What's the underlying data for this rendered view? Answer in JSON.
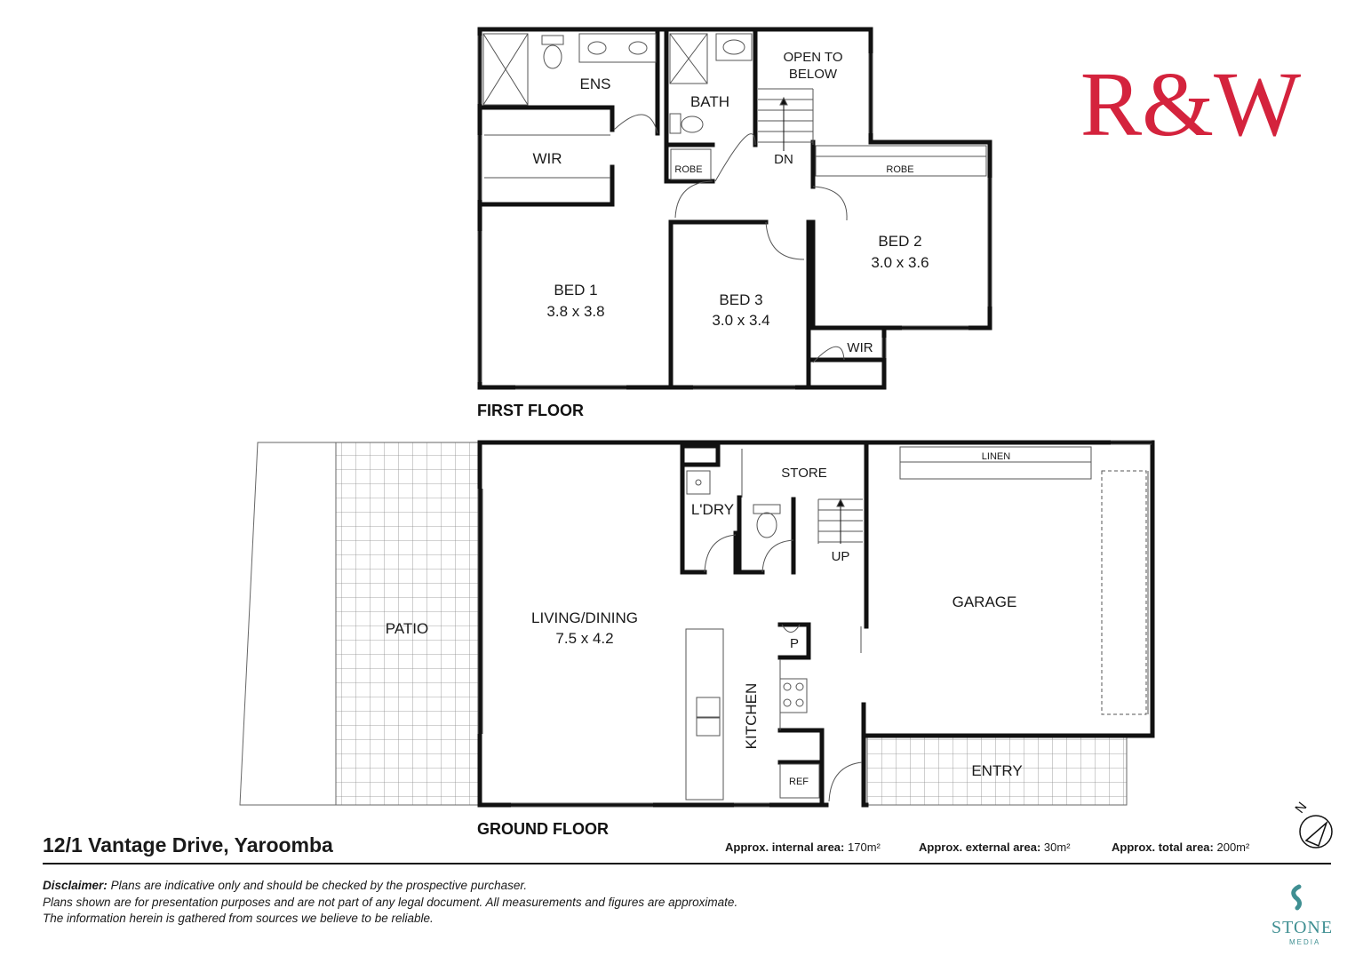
{
  "logo": {
    "text": "R&W",
    "color": "#d4233d"
  },
  "first_floor": {
    "label": "FIRST FLOOR",
    "rooms": {
      "ens": "ENS",
      "bath": "BATH",
      "open_to_below_1": "OPEN TO",
      "open_to_below_2": "BELOW",
      "wir_1": "WIR",
      "robe_1": "ROBE",
      "robe_2": "ROBE",
      "dn": "DN",
      "bed1_name": "BED 1",
      "bed1_size": "3.8 x 3.8",
      "bed2_name": "BED 2",
      "bed2_size": "3.0 x 3.6",
      "bed3_name": "BED 3",
      "bed3_size": "3.0 x 3.4",
      "wir_2": "WIR"
    }
  },
  "ground_floor": {
    "label": "GROUND FLOOR",
    "rooms": {
      "patio": "PATIO",
      "living_name": "LIVING/DINING",
      "living_size": "7.5 x 4.2",
      "store": "STORE",
      "laundry": "L'DRY",
      "up": "UP",
      "linen": "LINEN",
      "garage": "GARAGE",
      "pantry": "P",
      "kitchen": "KITCHEN",
      "ref": "REF",
      "entry": "ENTRY"
    }
  },
  "footer": {
    "address": "12/1 Vantage Drive, Yaroomba",
    "internal_label": "Approx. internal area:",
    "internal_value": "170m²",
    "external_label": "Approx.  external area:",
    "external_value": "30m²",
    "total_label": "Approx. total area:",
    "total_value": "200m²",
    "disclaimer_label": "Disclaimer:",
    "disclaimer_line1": "Plans are indicative only and should be checked by the prospective purchaser.",
    "disclaimer_line2": "Plans shown are for presentation purposes and are not part of any legal document. All measurements and figures are approximate.",
    "disclaimer_line3": "The information herein is gathered from sources we believe to be reliable."
  },
  "compass": {
    "label": "N",
    "icon": "north-arrow-icon"
  },
  "branding": {
    "stone_word": "STONE",
    "stone_sub": "MEDIA",
    "color": "#3f8f92"
  }
}
